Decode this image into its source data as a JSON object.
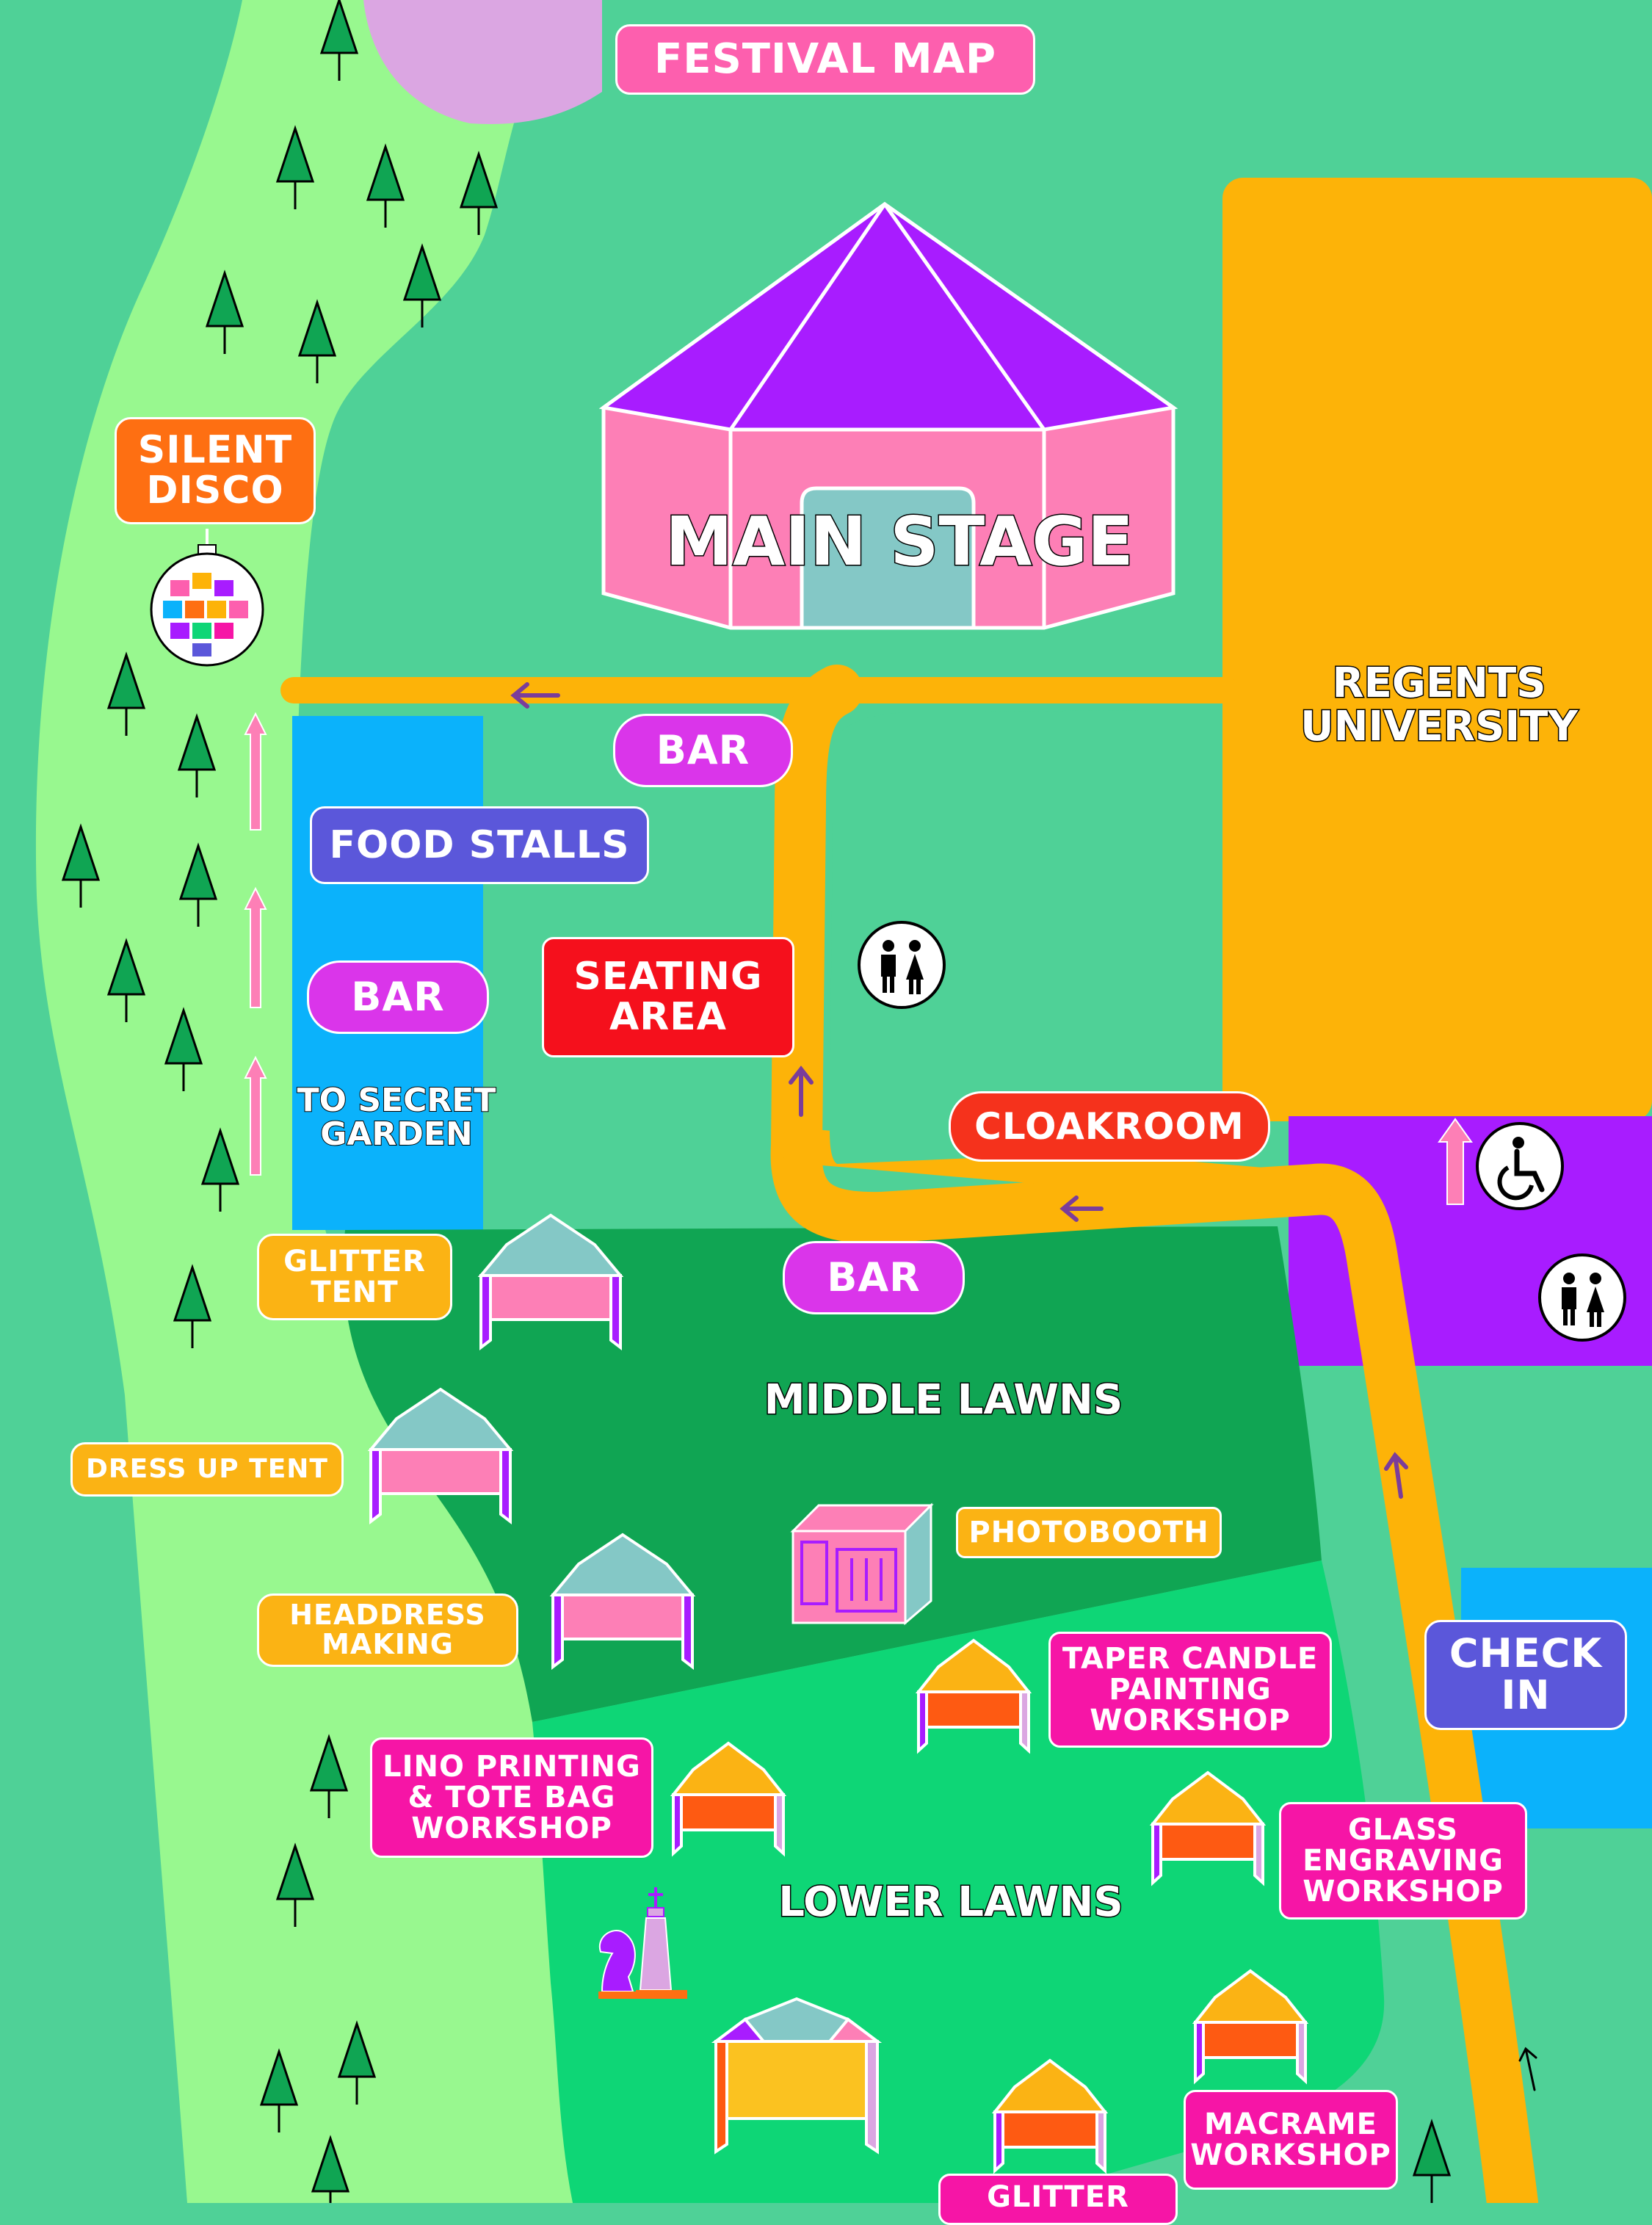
{
  "map": {
    "title": "FESTIVAL MAP",
    "main_stage": "MAIN STAGE",
    "regents": [
      "REGENTS",
      "UNIVERSITY"
    ],
    "middle_lawns": "MIDDLE LAWNS",
    "lower_lawns": "LOWER LAWNS",
    "silent_disco": [
      "SILENT",
      "DISCO"
    ],
    "bar_top": "BAR",
    "bar_left": "BAR",
    "bar_middle": "BAR",
    "food_stalls": "FOOD STALLS",
    "seating_area": [
      "SEATING",
      "AREA"
    ],
    "to_secret_garden": [
      "TO SECRET",
      "GARDEN"
    ],
    "cloakroom": "CLOAKROOM",
    "glitter_tent": [
      "GLITTER",
      "TENT"
    ],
    "dress_up_tent": "DRESS UP TENT",
    "photobooth": "PHOTOBOOTH",
    "headdress_making": [
      "HEADDRESS",
      "MAKING"
    ],
    "taper_candle": [
      "TAPER CANDLE",
      "PAINTING",
      "WORKSHOP"
    ],
    "check_in": [
      "CHECK",
      "IN"
    ],
    "lino_printing": [
      "LINO PRINTING",
      "& TOTE BAG",
      "WORKSHOP"
    ],
    "glass_engraving": [
      "GLASS",
      "ENGRAVING",
      "WORKSHOP"
    ],
    "macrame": [
      "MACRAME",
      "WORKSHOP"
    ],
    "glitter_bottom": "GLITTER"
  },
  "colors": {
    "background": "#4fd197",
    "park_path": "#98f88f",
    "purple_area": "#dba6e2",
    "regents_area": "#fdb308",
    "path": "#fdb308",
    "food_area": "#0bb2fb",
    "middle_lawns": "#10a553",
    "lower_lawns": "#0ed676",
    "accessible_area": "#a81cff",
    "label_pink": "#fd5fae",
    "label_magenta": "#f615a6",
    "label_violet": "#da35ea",
    "label_indigo": "#5b57da",
    "label_red": "#f5101c",
    "label_orange": "#fe6f12",
    "label_amber": "#fbb314"
  },
  "icons": [
    "tree-icon",
    "disco-ball-icon",
    "toilets-icon",
    "wheelchair-icon",
    "direction-arrow-icon",
    "tent-icon",
    "photobooth-icon",
    "chess-pieces-icon",
    "main-stage-tent-icon"
  ]
}
